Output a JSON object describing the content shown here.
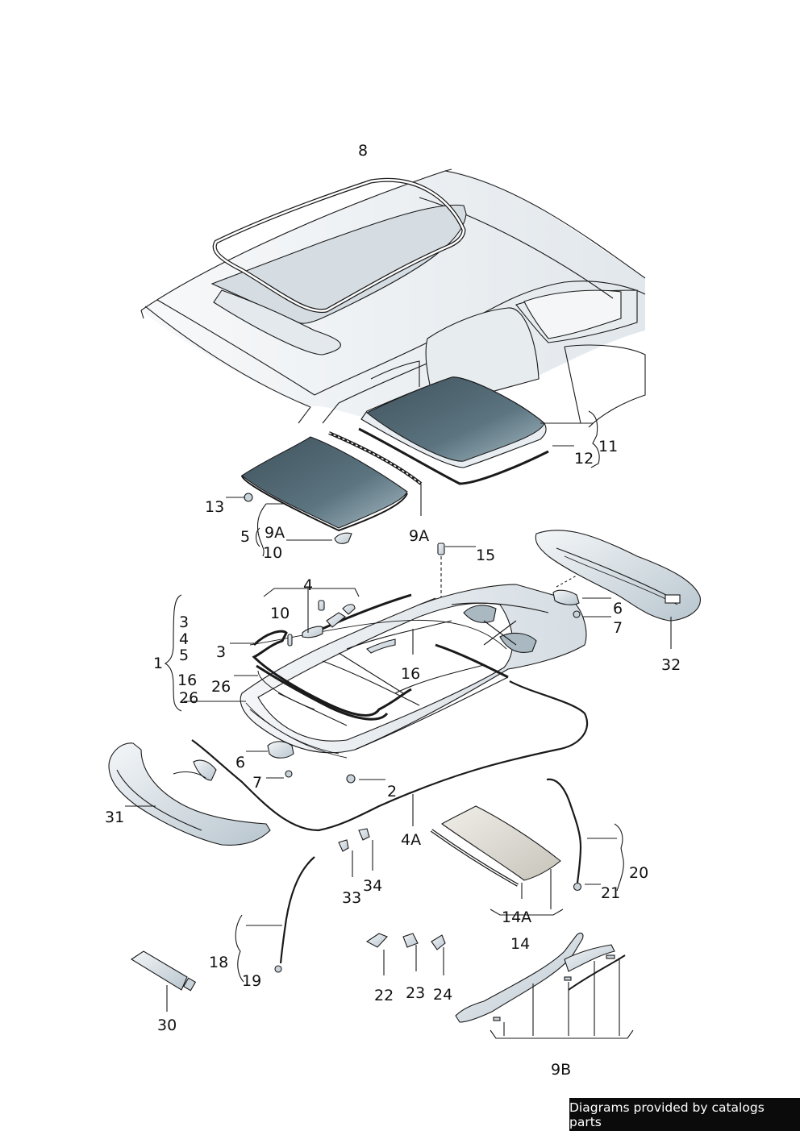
{
  "labels": {
    "l8": "8",
    "l11": "11",
    "l12": "12",
    "l13": "13",
    "l5": "5",
    "l9a_left": "9A",
    "l10_top": "10",
    "l9a_mid": "9A",
    "l15": "15",
    "l4_top": "4",
    "l10_mid": "10",
    "l3": "3",
    "l26": "26",
    "l16_mid": "16",
    "l1": "1",
    "l3_group": "3",
    "l4_group": "4",
    "l5_group": "5",
    "l16_group": "16",
    "l26_group": "26",
    "l6_right": "6",
    "l7_right": "7",
    "l32": "32",
    "l6_left": "6",
    "l7_left": "7",
    "l2": "2",
    "l31": "31",
    "l4a": "4A",
    "l33": "33",
    "l34": "34",
    "l20": "20",
    "l21": "21",
    "l14a": "14A",
    "l14": "14",
    "l18": "18",
    "l19": "19",
    "l22": "22",
    "l23": "23",
    "l24": "24",
    "l30": "30",
    "l9b": "9B"
  },
  "credit": "Diagrams provided by catalogs parts",
  "colors": {
    "glass_dark": "#4e6470",
    "glass_light": "#b5c8cf",
    "part_fill": "#e8edf1",
    "body_shade": "#dde3e8",
    "outline": "#1a1a1a"
  }
}
